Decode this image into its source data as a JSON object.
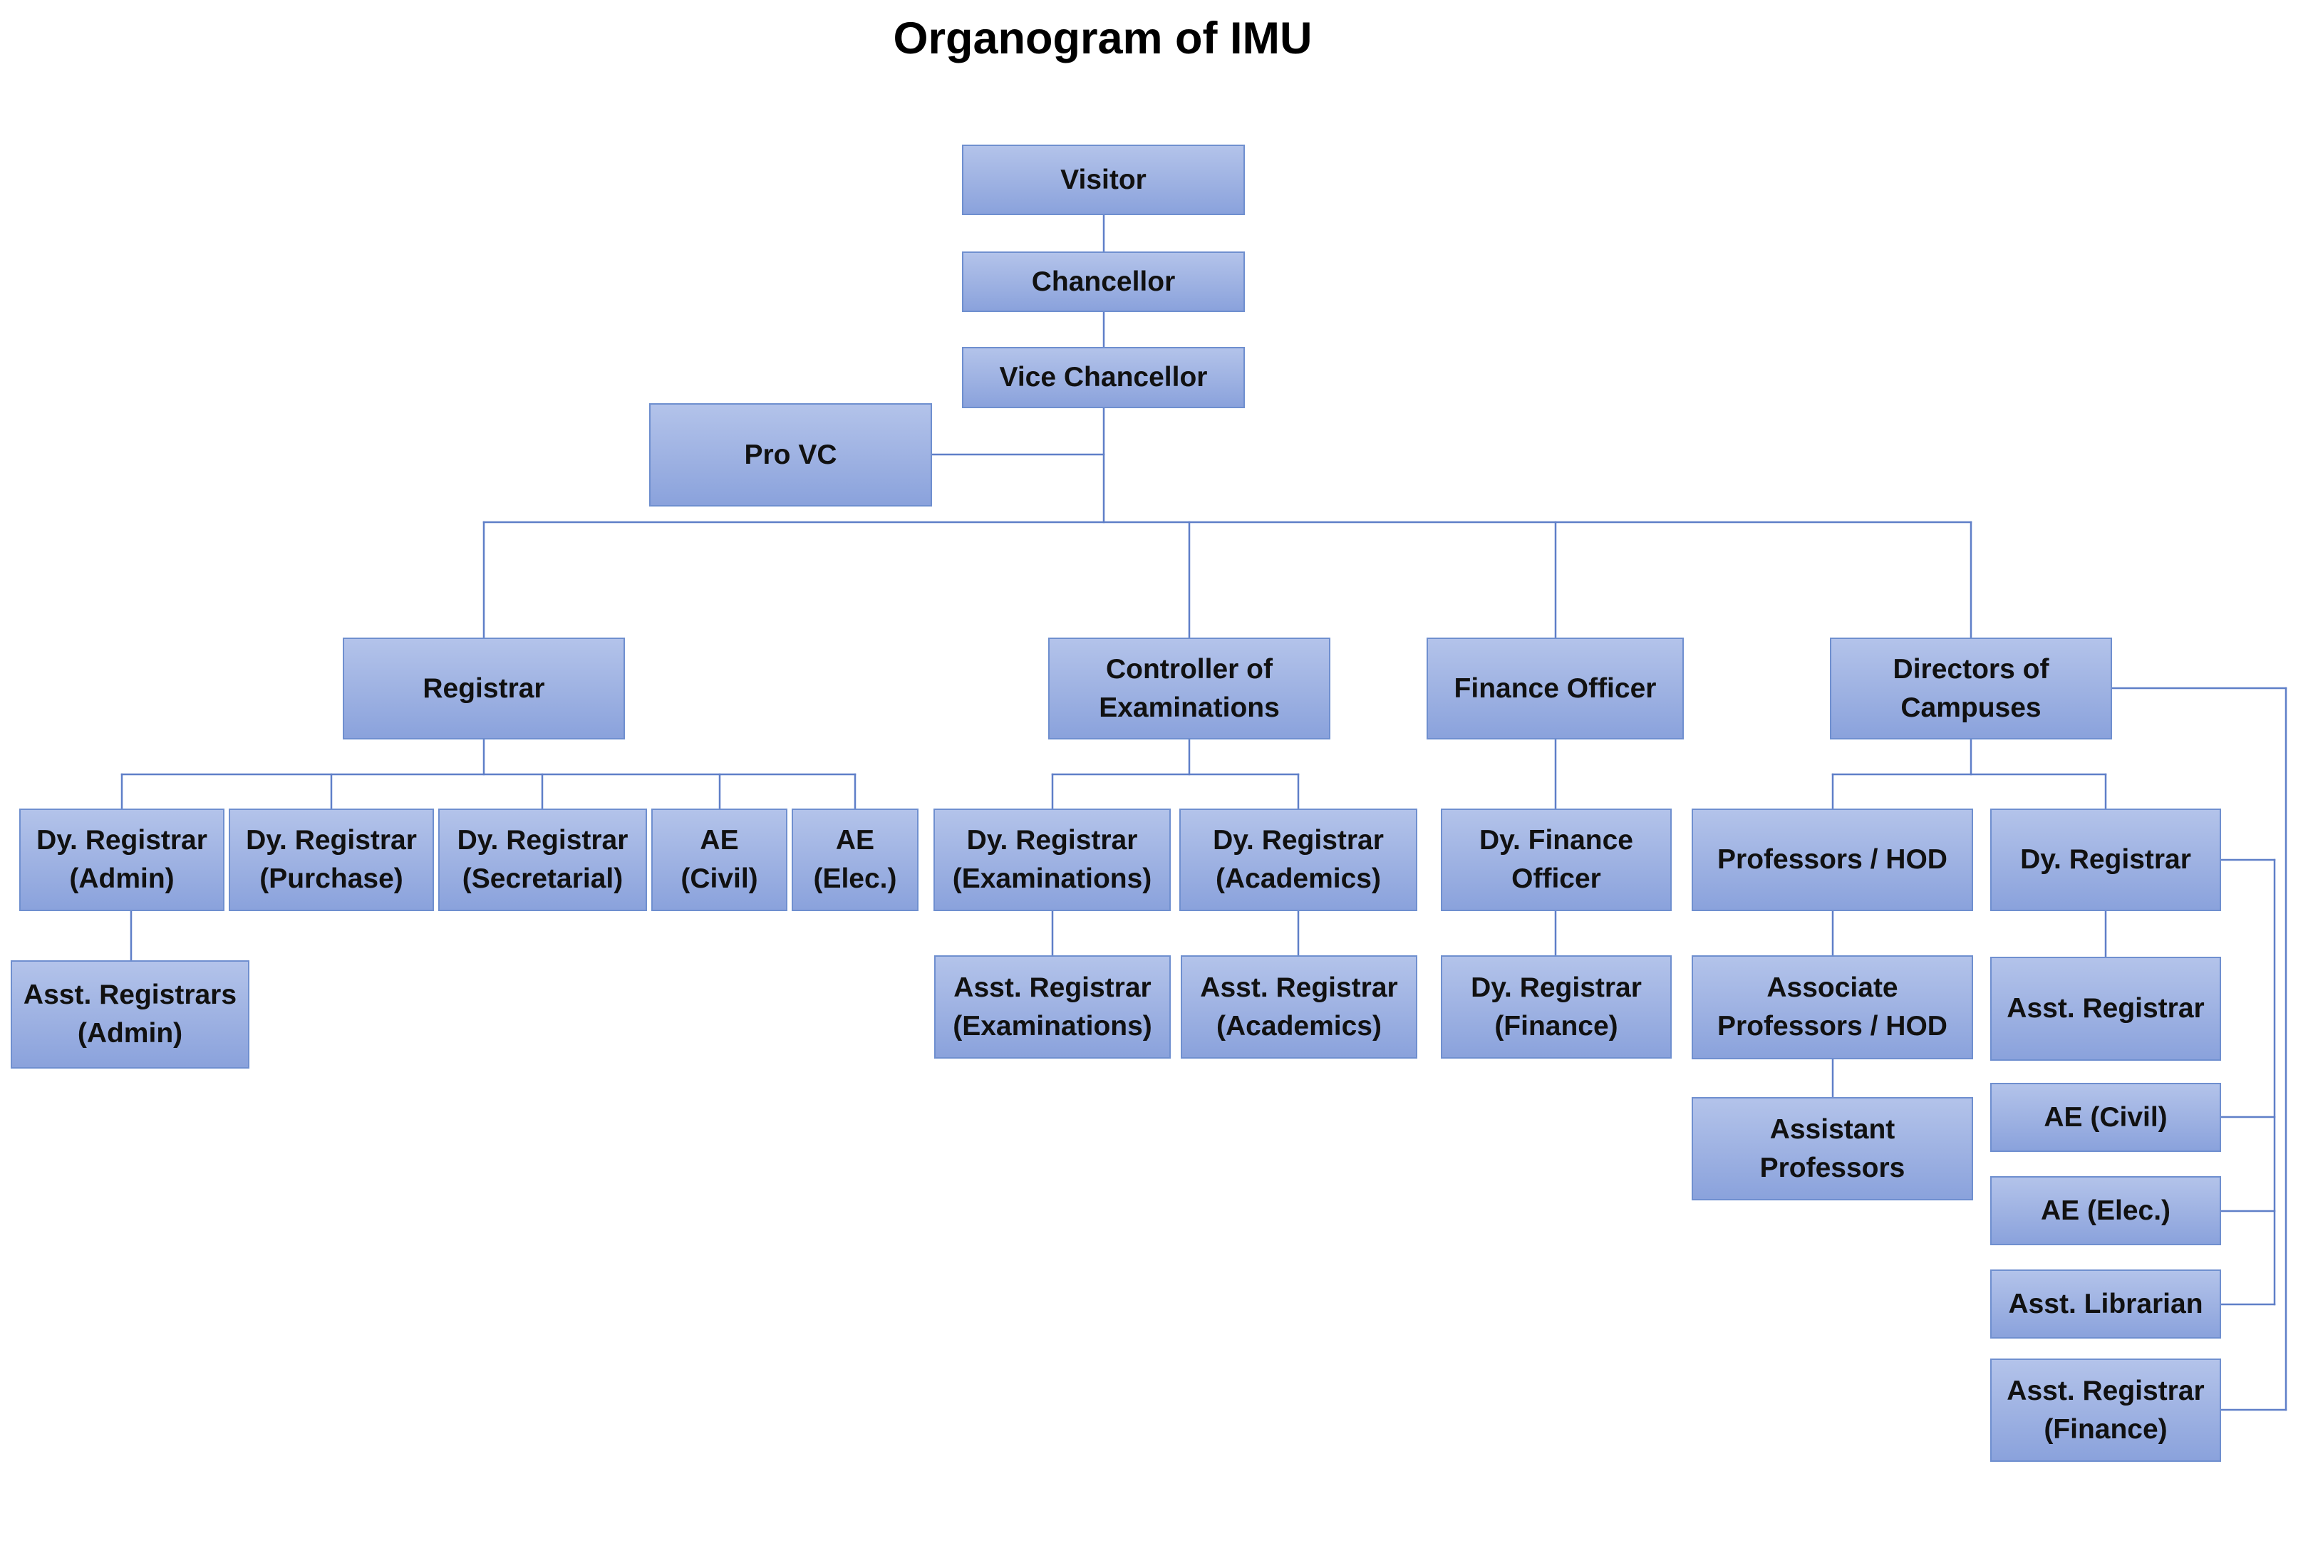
{
  "title": "Organogram of IMU",
  "colors": {
    "box_fill": "#9db1e2",
    "box_border": "#6f8fcf",
    "connector": "#5f7fc8",
    "text": "#111111"
  },
  "nodes": {
    "visitor": "Visitor",
    "chancellor": "Chancellor",
    "vice_chancellor": "Vice Chancellor",
    "pro_vc": "Pro VC",
    "registrar": "Registrar",
    "controller_of_examinations": "Controller of\nExaminations",
    "finance_officer": "Finance Officer",
    "directors_of_campuses": "Directors of\nCampuses",
    "dy_registrar_admin": "Dy. Registrar\n(Admin)",
    "dy_registrar_purchase": "Dy. Registrar\n(Purchase)",
    "dy_registrar_secretarial": "Dy. Registrar\n(Secretarial)",
    "ae_civil_registrar": "AE\n(Civil)",
    "ae_elec_registrar": "AE\n(Elec.)",
    "asst_registrars_admin": "Asst. Registrars\n(Admin)",
    "dy_registrar_examinations": "Dy. Registrar\n(Examinations)",
    "dy_registrar_academics": "Dy. Registrar\n(Academics)",
    "asst_registrar_examinations": "Asst. Registrar\n(Examinations)",
    "asst_registrar_academics": "Asst. Registrar\n(Academics)",
    "dy_finance_officer": "Dy. Finance\nOfficer",
    "dy_registrar_finance": "Dy. Registrar\n(Finance)",
    "professors_hod": "Professors / HOD",
    "associate_professors_hod": "Associate\nProfessors / HOD",
    "assistant_professors": "Assistant\nProfessors",
    "dy_registrar_campus": "Dy. Registrar",
    "asst_registrar_campus": "Asst. Registrar",
    "ae_civil_campus": "AE (Civil)",
    "ae_elec_campus": "AE (Elec.)",
    "asst_librarian": "Asst. Librarian",
    "asst_registrar_finance_campus": "Asst. Registrar\n(Finance)"
  }
}
